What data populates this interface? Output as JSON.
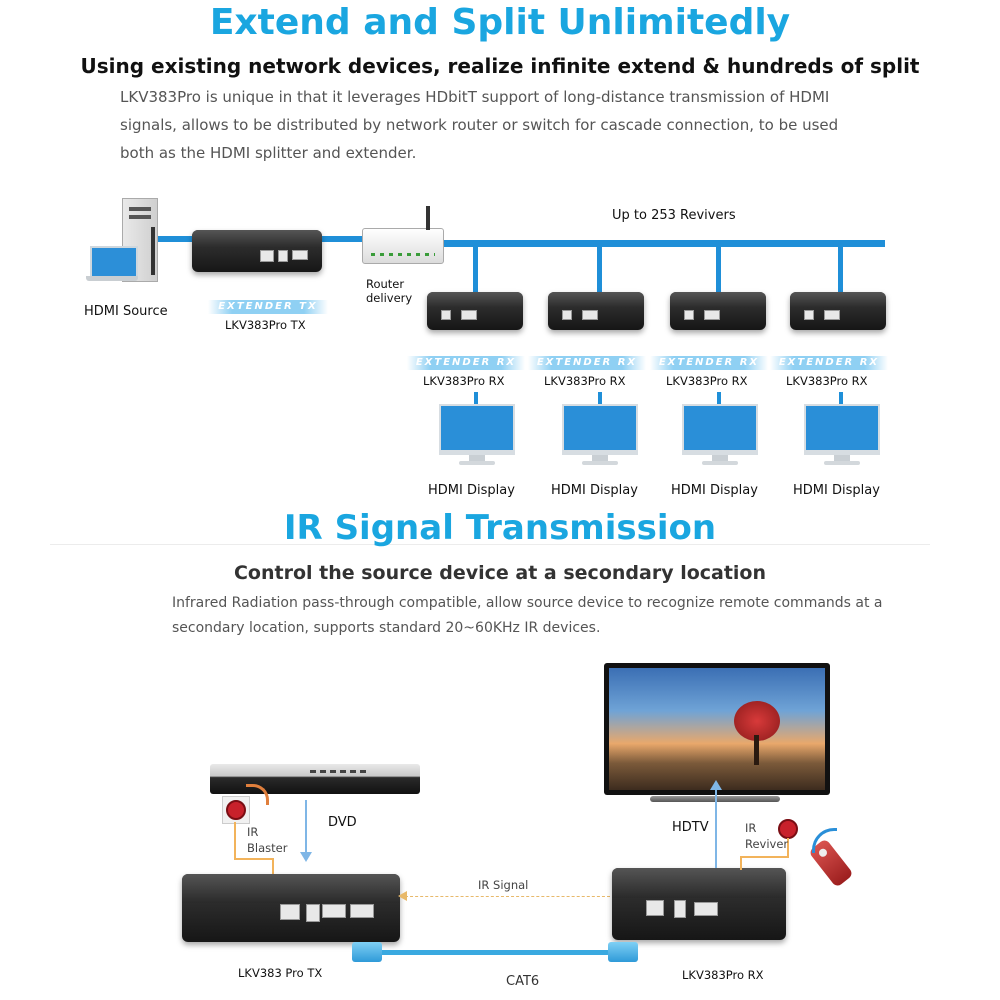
{
  "section1": {
    "title": "Extend and Split Unlimitedly",
    "subtitle": "Using existing network devices, realize infinite extend & hundreds of split",
    "paragraph_line1": "LKV383Pro is unique in that it leverages HDbitT support of long-distance transmission of HDMI",
    "paragraph_line2": "signals, allows to be distributed by network router or switch for cascade connection, to be used",
    "paragraph_line3": "both as the HDMI splitter and extender."
  },
  "diagram1": {
    "source_label": "HDMI Source",
    "tx_ribbon": "EXTENDER TX",
    "tx_label": "LKV383Pro TX",
    "router_label_line1": "Router",
    "router_label_line2": "delivery",
    "receivers_label": "Up to 253 Revivers",
    "rx_ribbon": "EXTENDER RX",
    "rx_units": [
      {
        "label": "LKV383Pro  RX",
        "display": "HDMI Display"
      },
      {
        "label": "LKV383Pro  RX",
        "display": "HDMI Display"
      },
      {
        "label": "LKV383Pro  RX",
        "display": "HDMI Display"
      },
      {
        "label": "LKV383Pro  RX",
        "display": "HDMI Display"
      }
    ]
  },
  "section2": {
    "title": "IR Signal Transmission",
    "subtitle": "Control the source device at a secondary location",
    "paragraph_line1": "Infrared Radiation pass-through compatible, allow source device to recognize remote commands at a",
    "paragraph_line2": "secondary location, supports standard 20~60KHz IR devices."
  },
  "diagram2": {
    "dvd_label": "DVD",
    "ir_blaster_line1": "IR",
    "ir_blaster_line2": "Blaster",
    "hdtv_label": "HDTV",
    "ir_receiver_line1": "IR",
    "ir_receiver_line2": "Reviver",
    "ir_signal_label": "IR Signal",
    "cable_label": "CAT6",
    "tx_label": "LKV383 Pro TX",
    "rx_label": "LKV383Pro RX"
  },
  "colors": {
    "title_blue": "#1aa6e0",
    "cable_blue": "#1f8fd8",
    "ir_red": "#c8212b",
    "ir_orange": "#f2b35b"
  }
}
